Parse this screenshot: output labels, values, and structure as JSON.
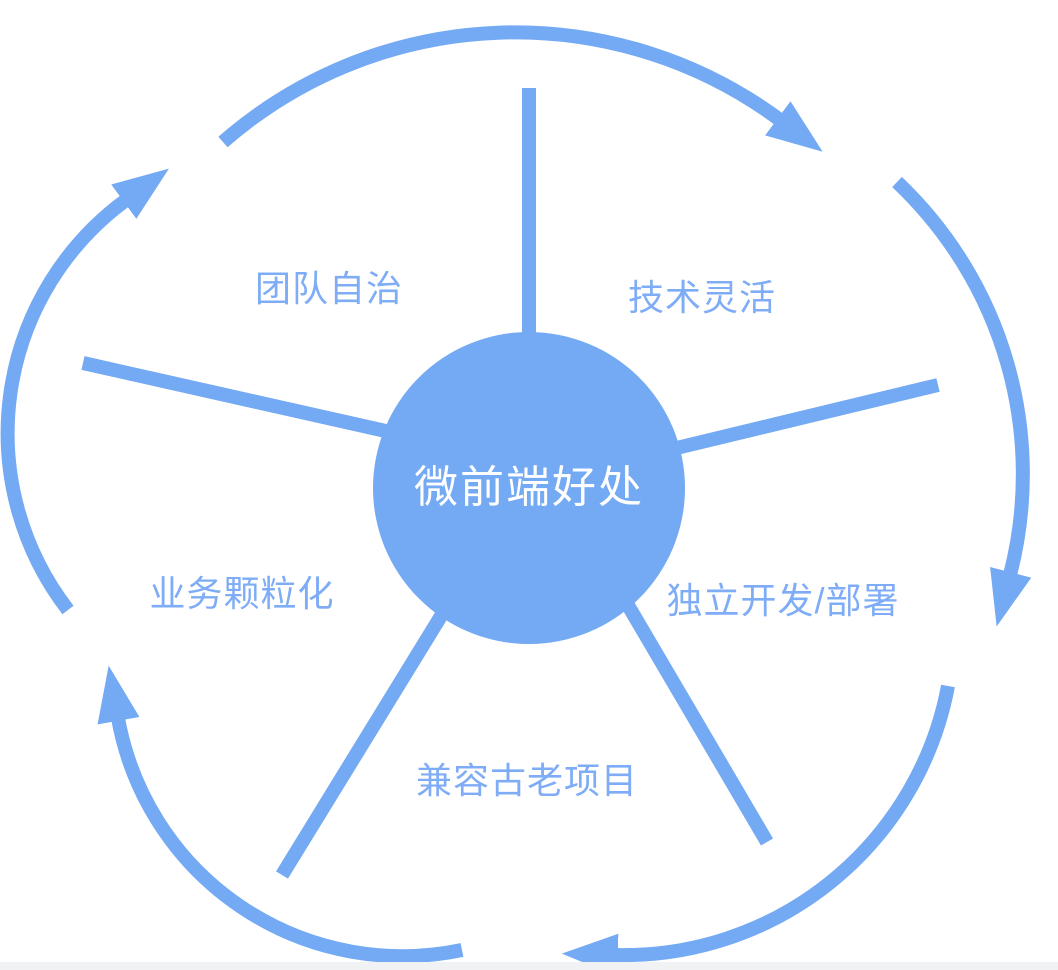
{
  "diagram": {
    "type": "cycle",
    "flow_direction": "clockwise",
    "arrow_count": 5,
    "center": {
      "label": "微前端好处"
    },
    "nodes": [
      {
        "label": "团队自治",
        "position": "top-left"
      },
      {
        "label": "技术灵活",
        "position": "top-right"
      },
      {
        "label": "独立开发/部署",
        "position": "right"
      },
      {
        "label": "兼容古老项目",
        "position": "bottom"
      },
      {
        "label": "业务颗粒化",
        "position": "left"
      }
    ],
    "colors": {
      "accent_blue": "#74A9F3",
      "label_blue": "#7EACF6",
      "center_text": "#FFFFFF",
      "footer_strip": "#F1F2F4"
    }
  }
}
